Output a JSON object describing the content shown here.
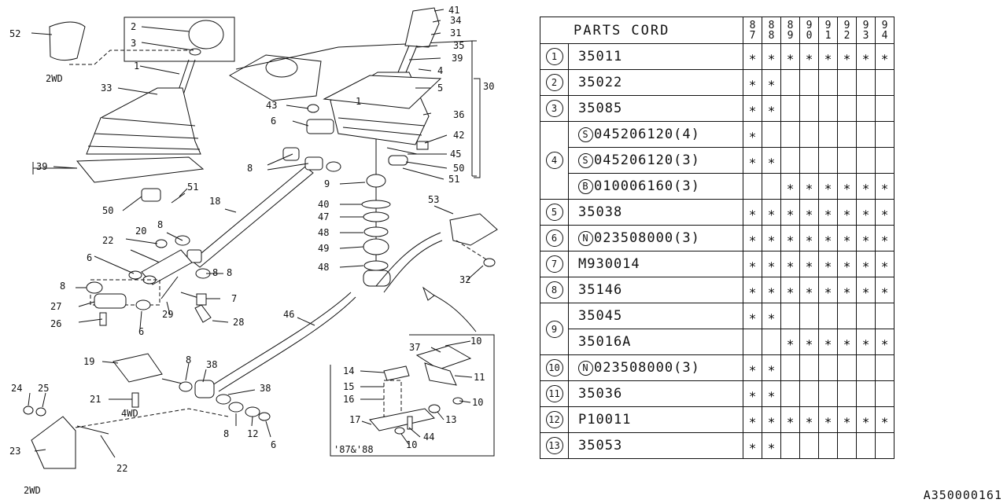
{
  "diagram": {
    "callouts": [
      {
        "id": "52",
        "text": "52"
      },
      {
        "id": "2",
        "text": "2"
      },
      {
        "id": "3",
        "text": "3"
      },
      {
        "id": "1",
        "text": "1"
      },
      {
        "id": "33",
        "text": "33"
      },
      {
        "id": "39a",
        "text": "39"
      },
      {
        "id": "50a",
        "text": "50"
      },
      {
        "id": "51a",
        "text": "51"
      },
      {
        "id": "18",
        "text": "18"
      },
      {
        "id": "8a",
        "text": "8"
      },
      {
        "id": "8b",
        "text": "8"
      },
      {
        "id": "8c",
        "text": "8"
      },
      {
        "id": "8d",
        "text": "8"
      },
      {
        "id": "22a",
        "text": "22"
      },
      {
        "id": "20",
        "text": "20"
      },
      {
        "id": "6a",
        "text": "6"
      },
      {
        "id": "27",
        "text": "27"
      },
      {
        "id": "26",
        "text": "26"
      },
      {
        "id": "6b",
        "text": "6"
      },
      {
        "id": "29",
        "text": "29"
      },
      {
        "id": "7",
        "text": "7"
      },
      {
        "id": "28",
        "text": "28"
      },
      {
        "id": "8e",
        "text": "8"
      },
      {
        "id": "43",
        "text": "43"
      },
      {
        "id": "6c",
        "text": "6"
      },
      {
        "id": "9",
        "text": "9"
      },
      {
        "id": "40",
        "text": "40"
      },
      {
        "id": "47",
        "text": "47"
      },
      {
        "id": "48a",
        "text": "48"
      },
      {
        "id": "49",
        "text": "49"
      },
      {
        "id": "48b",
        "text": "48"
      },
      {
        "id": "41",
        "text": "41"
      },
      {
        "id": "34",
        "text": "34"
      },
      {
        "id": "31",
        "text": "31"
      },
      {
        "id": "35",
        "text": "35"
      },
      {
        "id": "39b",
        "text": "39"
      },
      {
        "id": "4",
        "text": "4"
      },
      {
        "id": "5",
        "text": "5"
      },
      {
        "id": "30",
        "text": "30"
      },
      {
        "id": "36",
        "text": "36"
      },
      {
        "id": "42",
        "text": "42"
      },
      {
        "id": "45",
        "text": "45"
      },
      {
        "id": "50b",
        "text": "50"
      },
      {
        "id": "51b",
        "text": "51"
      },
      {
        "id": "53",
        "text": "53"
      },
      {
        "id": "32",
        "text": "32"
      },
      {
        "id": "46",
        "text": "46"
      },
      {
        "id": "19",
        "text": "19"
      },
      {
        "id": "8f",
        "text": "8"
      },
      {
        "id": "38a",
        "text": "38"
      },
      {
        "id": "38b",
        "text": "38"
      },
      {
        "id": "21",
        "text": "21"
      },
      {
        "id": "24",
        "text": "24"
      },
      {
        "id": "25",
        "text": "25"
      },
      {
        "id": "23",
        "text": "23"
      },
      {
        "id": "22b",
        "text": "22"
      },
      {
        "id": "8g",
        "text": "8"
      },
      {
        "id": "12a",
        "text": "12"
      },
      {
        "id": "6d",
        "text": "6"
      },
      {
        "id": "10a",
        "text": "10"
      },
      {
        "id": "37",
        "text": "37"
      },
      {
        "id": "14",
        "text": "14"
      },
      {
        "id": "11",
        "text": "11"
      },
      {
        "id": "15",
        "text": "15"
      },
      {
        "id": "16",
        "text": "16"
      },
      {
        "id": "10b",
        "text": "10"
      },
      {
        "id": "13",
        "text": "13"
      },
      {
        "id": "17",
        "text": "17"
      },
      {
        "id": "44",
        "text": "44"
      },
      {
        "id": "10c",
        "text": "10"
      }
    ],
    "notes": {
      "twowd_top": "2WD",
      "fourwd": "4WD",
      "twowd_bottom": "2WD",
      "inset_years": "'87&'88",
      "one_mark": "1"
    }
  },
  "table": {
    "title": "PARTS CORD",
    "years": [
      "87",
      "88",
      "89",
      "90",
      "91",
      "92",
      "93",
      "94"
    ],
    "rows": [
      {
        "ref": "1",
        "part": "35011",
        "prefix": "",
        "marks": [
          1,
          1,
          1,
          1,
          1,
          1,
          1,
          1
        ]
      },
      {
        "ref": "2",
        "part": "35022",
        "prefix": "",
        "marks": [
          1,
          1,
          0,
          0,
          0,
          0,
          0,
          0
        ]
      },
      {
        "ref": "3",
        "part": "35085",
        "prefix": "",
        "marks": [
          1,
          1,
          0,
          0,
          0,
          0,
          0,
          0
        ]
      },
      {
        "ref": "4",
        "part": "045206120(4)",
        "prefix": "S",
        "marks": [
          1,
          0,
          0,
          0,
          0,
          0,
          0,
          0
        ]
      },
      {
        "ref": "",
        "part": "045206120(3)",
        "prefix": "S",
        "marks": [
          1,
          1,
          0,
          0,
          0,
          0,
          0,
          0
        ]
      },
      {
        "ref": "",
        "part": "010006160(3)",
        "prefix": "B",
        "marks": [
          0,
          0,
          1,
          1,
          1,
          1,
          1,
          1
        ]
      },
      {
        "ref": "5",
        "part": "35038",
        "prefix": "",
        "marks": [
          1,
          1,
          1,
          1,
          1,
          1,
          1,
          1
        ]
      },
      {
        "ref": "6",
        "part": "023508000(3)",
        "prefix": "N",
        "marks": [
          1,
          1,
          1,
          1,
          1,
          1,
          1,
          1
        ]
      },
      {
        "ref": "7",
        "part": "M930014",
        "prefix": "",
        "marks": [
          1,
          1,
          1,
          1,
          1,
          1,
          1,
          1
        ]
      },
      {
        "ref": "8",
        "part": "35146",
        "prefix": "",
        "marks": [
          1,
          1,
          1,
          1,
          1,
          1,
          1,
          1
        ]
      },
      {
        "ref": "9",
        "part": "35045",
        "prefix": "",
        "marks": [
          1,
          1,
          0,
          0,
          0,
          0,
          0,
          0
        ]
      },
      {
        "ref": "",
        "part": "35016A",
        "prefix": "",
        "marks": [
          0,
          0,
          1,
          1,
          1,
          1,
          1,
          1
        ]
      },
      {
        "ref": "10",
        "part": "023508000(3)",
        "prefix": "N",
        "marks": [
          1,
          1,
          0,
          0,
          0,
          0,
          0,
          0
        ]
      },
      {
        "ref": "11",
        "part": "35036",
        "prefix": "",
        "marks": [
          1,
          1,
          0,
          0,
          0,
          0,
          0,
          0
        ]
      },
      {
        "ref": "12",
        "part": "P10011",
        "prefix": "",
        "marks": [
          1,
          1,
          1,
          1,
          1,
          1,
          1,
          1
        ]
      },
      {
        "ref": "13",
        "part": "35053",
        "prefix": "",
        "marks": [
          1,
          1,
          0,
          0,
          0,
          0,
          0,
          0
        ]
      }
    ],
    "mark_symbol": "∗"
  },
  "diagram_code": "A350000161"
}
